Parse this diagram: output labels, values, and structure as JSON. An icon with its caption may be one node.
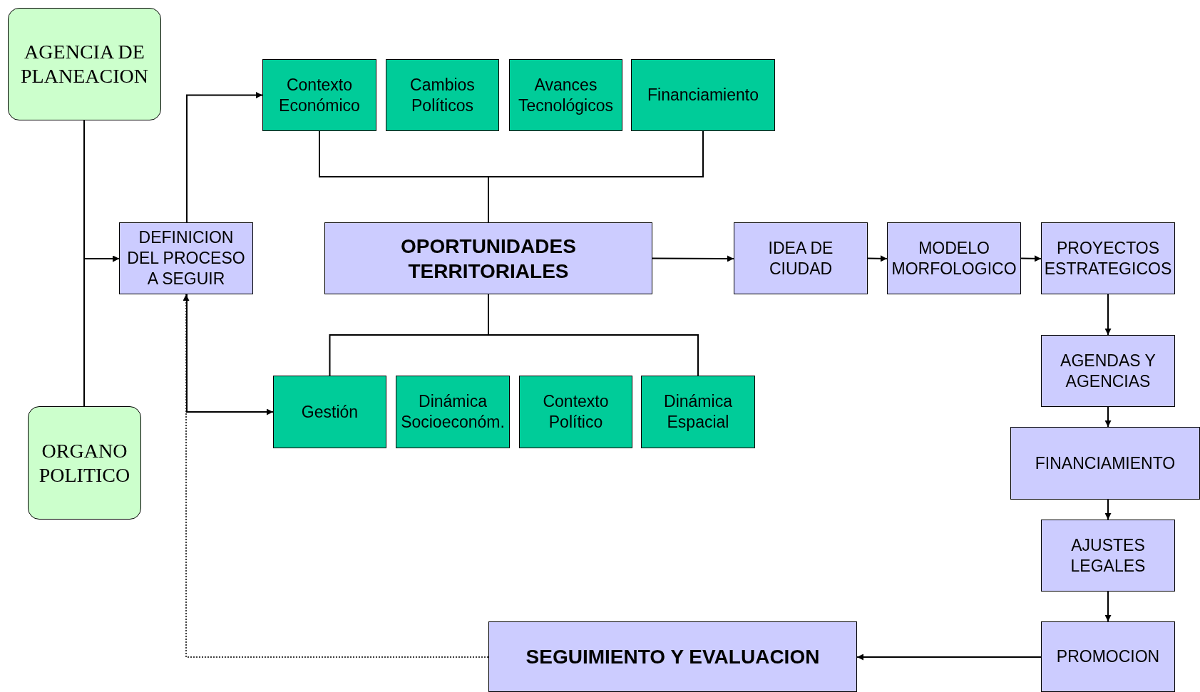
{
  "diagram": {
    "nodes": [
      {
        "text": [
          "AGENCIA DE PLANEACION"
        ]
      },
      {
        "text": [
          "ORGANO POLITICO"
        ]
      },
      {
        "text": [
          "DEFINICION DEL PROCESO A SEGUIR"
        ]
      },
      {
        "text": [
          "Contexto Económico"
        ]
      },
      {
        "text": [
          "Cambios Políticos"
        ]
      },
      {
        "text": [
          "Avances Tecnológicos"
        ]
      },
      {
        "text": [
          "Financiamiento"
        ]
      },
      {
        "text": [
          "OPORTUNIDADES TERRITORIALES"
        ]
      },
      {
        "text": [
          "IDEA DE CIUDAD"
        ]
      },
      {
        "text": [
          "MODELO MORFOLOGICO"
        ]
      },
      {
        "text": [
          "PROYECTOS ESTRATEGICOS"
        ]
      },
      {
        "text": [
          "Gestión"
        ]
      },
      {
        "text": [
          "Dinámica Socioeconóm."
        ]
      },
      {
        "text": [
          "Contexto Político"
        ]
      },
      {
        "text": [
          "Dinámica Espacial"
        ]
      },
      {
        "text": [
          "AGENDAS Y AGENCIAS"
        ]
      },
      {
        "text": [
          "FINANCIAMIENTO"
        ]
      },
      {
        "text": [
          "AJUSTES LEGALES"
        ]
      },
      {
        "text": [
          "PROMOCION"
        ]
      },
      {
        "text": [
          "SEGUIMIENTO Y EVALUACION"
        ]
      }
    ],
    "edges": [
      {
        "from": 0,
        "to": 2,
        "arrow": "to"
      },
      {
        "from": 1,
        "to": 2,
        "arrow": "to"
      },
      {
        "from": 2,
        "to": 3,
        "arrow": "to"
      },
      {
        "from": 2,
        "to": 11,
        "arrow": "to"
      },
      {
        "from": 3,
        "to": 7,
        "arrow": "none"
      },
      {
        "from": 6,
        "to": 7,
        "arrow": "none"
      },
      {
        "from": 7,
        "to": 11,
        "arrow": "none"
      },
      {
        "from": 7,
        "to": 14,
        "arrow": "none"
      },
      {
        "from": 7,
        "to": 8,
        "arrow": "to"
      },
      {
        "from": 8,
        "to": 9,
        "arrow": "to"
      },
      {
        "from": 9,
        "to": 10,
        "arrow": "to"
      },
      {
        "from": 10,
        "to": 15,
        "arrow": "to"
      },
      {
        "from": 15,
        "to": 16,
        "arrow": "to"
      },
      {
        "from": 16,
        "to": 17,
        "arrow": "to"
      },
      {
        "from": 17,
        "to": 18,
        "arrow": "to"
      },
      {
        "from": 18,
        "to": 19,
        "arrow": "to"
      },
      {
        "from": 19,
        "to": 2,
        "arrow": "to",
        "style": "dashed"
      }
    ]
  }
}
